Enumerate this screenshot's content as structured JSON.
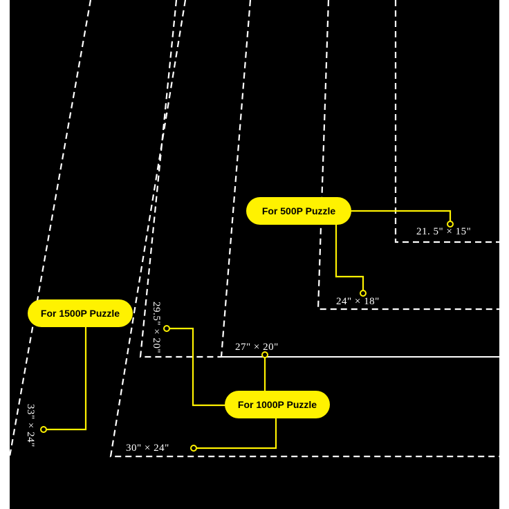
{
  "colors": {
    "mat": "#000000",
    "guide_line": "#ffffff",
    "callout": "#fff200",
    "callout_text": "#000000",
    "dimension_text": "#ffffff"
  },
  "callouts": {
    "p500": "For 500P Puzzle",
    "p1000": "For 1000P Puzzle",
    "p1500": "For 1500P Puzzle"
  },
  "dimensions": {
    "d_21_5x15": "21. 5\" × 15\"",
    "d_24x18": "24\" × 18\"",
    "d_27x20": "27\" × 20\"",
    "d_29_5x20": "29.5\" × 20\"",
    "d_30x24": "30\" × 24\"",
    "d_33x24": "33\" × 24\""
  }
}
